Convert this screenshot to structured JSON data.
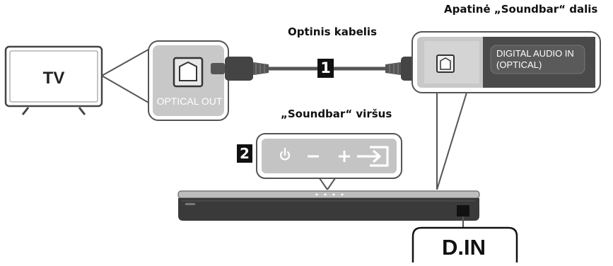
{
  "labels": {
    "optical_cable": "Optinis kabelis",
    "soundbar_bottom": "Apatinė „Soundbar“ dalis",
    "soundbar_top": "„Soundbar“ viršus"
  },
  "tv": {
    "label": "TV"
  },
  "tv_port": {
    "label": "OPTICAL OUT"
  },
  "soundbar_port": {
    "label_line1": "DIGITAL AUDIO IN",
    "label_line2": "(OPTICAL)"
  },
  "steps": {
    "step1": "1",
    "step2": "2"
  },
  "soundbar_buttons": [
    {
      "name": "power",
      "icon": "power-icon"
    },
    {
      "name": "volume-down",
      "icon": "minus-icon"
    },
    {
      "name": "volume-up",
      "icon": "plus-icon"
    },
    {
      "name": "source",
      "icon": "source-input-icon"
    }
  ],
  "din": {
    "label": "D.IN"
  },
  "colors": {
    "gray_panel": "#c8c8c8",
    "dark_panel": "#4a4a4a",
    "soundbar_top": "#c4c4c4",
    "badge": "#111111"
  }
}
